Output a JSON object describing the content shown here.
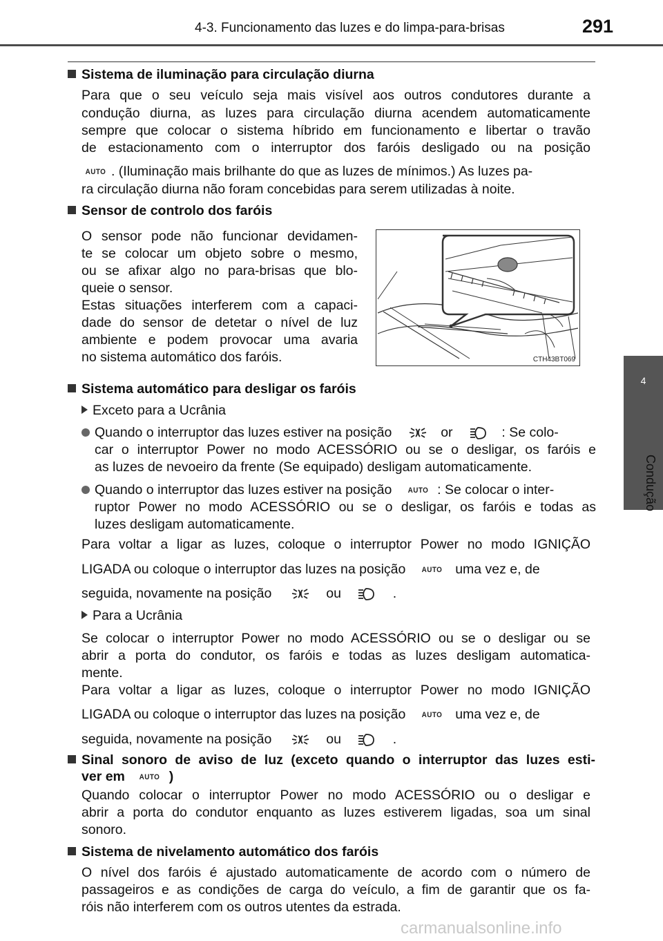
{
  "header": {
    "title": "4-3. Funcionamento das luzes e do limpa-para-brisas",
    "page_number": "291"
  },
  "side_tab": {
    "number": "4",
    "label": "Condução"
  },
  "icons": {
    "auto": "AUTO",
    "tail": "tail-light-icon",
    "head": "headlight-icon"
  },
  "sections": {
    "s1": {
      "heading": "Sistema de iluminação para circulação diurna",
      "lines": [
        "Para que o seu veículo seja mais visível aos outros condutores durante a",
        "condução diurna, as luzes para circulação diurna acendem automaticamente",
        "sempre que colocar o sistema híbrido em funcionamento e libertar o travão",
        "de estacionamento com o interruptor dos faróis desligado ou na posição",
        ". (Iluminação mais brilhante do que as luzes de mínimos.) As luzes pa-",
        "ra circulação diurna não foram concebidas para serem utilizadas à noite."
      ]
    },
    "s2": {
      "heading": "Sensor de controlo dos faróis",
      "lines": [
        "O sensor pode não funcionar devidamen-",
        "te se colocar um objeto sobre o mesmo,",
        "ou se afixar algo no para-brisas que blo-",
        "queie o sensor.",
        "Estas situações interferem com a capaci-",
        "dade do sensor de detetar o nível de luz",
        "ambiente e podem provocar uma avaria",
        "no sistema automático dos faróis."
      ],
      "figure_caption": "CTH43BT069"
    },
    "s3": {
      "heading": "Sistema automático para desligar os faróis",
      "sub1": "Exceto para a Ucrânia",
      "b1_l1a": "Quando o interruptor das luzes estiver na posição",
      "b1_l1b": "or",
      "b1_l1c": ": Se colo-",
      "b1_l2": "car o interruptor Power no modo ACESSÓRIO ou se o desligar, os faróis e",
      "b1_l3": "as luzes de nevoeiro da frente (Se equipado) desligam automaticamente.",
      "b2_l1a": "Quando o interruptor das luzes estiver na posição",
      "b2_l1b": ": Se colocar o inter-",
      "b2_l2": "ruptor Power no modo ACESSÓRIO ou se o desligar, os faróis e todas as",
      "b2_l3": "luzes desligam automaticamente.",
      "p1_l1": "Para voltar a ligar as luzes, coloque o interruptor Power no modo IGNIÇÃO",
      "p1_l2a": "LIGADA ou coloque o interruptor das luzes na posição",
      "p1_l2b": "uma vez e, de",
      "p1_l3a": "seguida, novamente na posição",
      "p1_l3b": "ou",
      "p1_l3c": ".",
      "sub2": "Para a Ucrânia",
      "p2_l1": "Se colocar o interruptor Power no modo ACESSÓRIO ou se o desligar ou se",
      "p2_l2": "abrir a porta do condutor, os faróis e todas as luzes desligam automatica-",
      "p2_l3": "mente.",
      "p3_l1": "Para voltar a ligar as luzes, coloque o interruptor Power no modo IGNIÇÃO",
      "p3_l2a": "LIGADA ou coloque o interruptor das luzes na posição",
      "p3_l2b": "uma vez e, de",
      "p3_l3a": "seguida, novamente na posição",
      "p3_l3b": "ou",
      "p3_l3c": "."
    },
    "s4": {
      "heading_l1": "Sinal sonoro de aviso de luz (exceto quando o interruptor das luzes esti-",
      "heading_l2a": "ver em",
      "heading_l2b": ")",
      "lines": [
        "Quando colocar o interruptor Power no modo ACESSÓRIO ou o desligar e",
        "abrir a porta do condutor enquanto as luzes estiverem ligadas, soa um sinal",
        "sonoro."
      ]
    },
    "s5": {
      "heading": "Sistema de nivelamento automático dos faróis",
      "lines": [
        "O nível dos faróis é ajustado automaticamente de acordo com o número de",
        "passageiros e as condições de carga do veículo, a fim de garantir que os fa-",
        "róis não interferem com os outros utentes da estrada."
      ]
    }
  },
  "watermark": "carmanualsonline.info"
}
